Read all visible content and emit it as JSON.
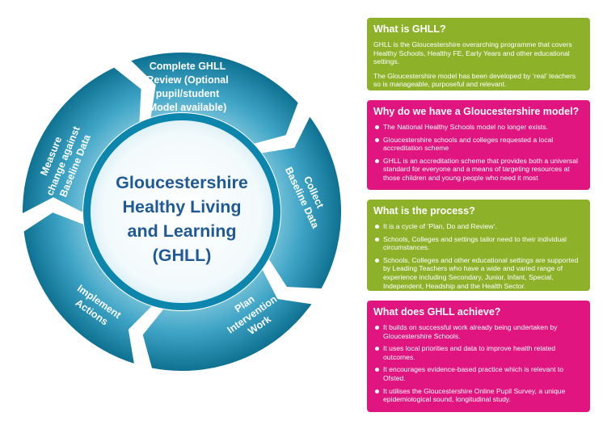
{
  "colors": {
    "green": "#8db22a",
    "magenta": "#e0157f",
    "ring_light": "#a7dbe8",
    "ring_dark": "#0b6e8f",
    "title_blue": "#1f5a96"
  },
  "cycle": {
    "center": [
      "Gloucestershire",
      "Healthy Living",
      "and Learning",
      "(GHLL)"
    ],
    "steps": [
      [
        "Complete GHLL",
        "Review (Optional",
        "pupil/student",
        "Model available)"
      ],
      [
        "Collect",
        "Baseline Data"
      ],
      [
        "Plan",
        "Intervention",
        "Work"
      ],
      [
        "Implement",
        "Actions"
      ],
      [
        "Measure",
        "change against",
        "Baseline Data"
      ]
    ]
  },
  "panels": {
    "what": {
      "title": "What is GHLL?",
      "paragraphs": [
        "GHLL is the Gloucestershire overarching programme that covers Healthy Schools, Healthy FE, Early Years and other educational settings.",
        "The Gloucestershire model has been developed by ‘real’ teachers so is manageable, purposeful and relevant."
      ]
    },
    "why": {
      "title": "Why do we have a Gloucestershire model?",
      "items": [
        "The National Healthy Schools model no longer exists.",
        "Gloucestershire schools and colleges requested a local accreditation scheme",
        "GHLL is an accreditation scheme that provides both a universal standard for everyone and a means of targeting resources at those children and young people who need it most"
      ]
    },
    "process": {
      "title": "What is the process?",
      "items": [
        "It is a cycle of ‘Plan, Do and Review’.",
        "Schools, Colleges and settings tailor need to their individual circumstances.",
        "Schools, Colleges and other educational settings are supported by Leading Teachers who have a wide and varied range of experience including Secondary, Junior, Infant, Special, Independent, Headship and the Health Sector."
      ]
    },
    "achieve": {
      "title": "What does GHLL achieve?",
      "items": [
        "It builds on successful work already being undertaken by Gloucestershire Schools.",
        "It uses local priorities and data to improve health related outcomes.",
        "It encourages  evidence-based practice which is relevant to Ofsted.",
        "It utilises the Gloucestershire Online Pupil Survey, a unique epidemiological  sound, longitudinal study."
      ]
    }
  }
}
